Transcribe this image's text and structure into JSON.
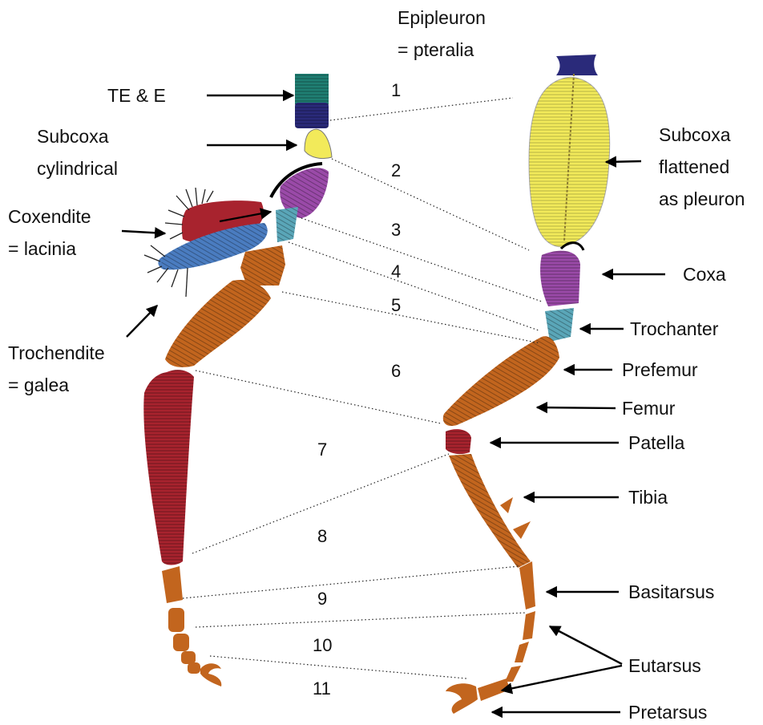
{
  "labels": {
    "epipleuron_1": "Epipleuron",
    "epipleuron_2": "= pteralia",
    "te_e": "TE & E",
    "subcoxa_cyl_1": "Subcoxa",
    "subcoxa_cyl_2": "cylindrical",
    "coxendite_1": "Coxendite",
    "coxendite_2": "= lacinia",
    "trochendite_1": "Trochendite",
    "trochendite_2": "= galea",
    "subcoxa_flat_1": "Subcoxa",
    "subcoxa_flat_2": "flattened",
    "subcoxa_flat_3": "as pleuron",
    "coxa": "Coxa",
    "trochanter": "Trochanter",
    "prefemur": "Prefemur",
    "femur": "Femur",
    "patella": "Patella",
    "tibia": "Tibia",
    "basitarsus": "Basitarsus",
    "eutarsus": "Eutarsus",
    "pretarsus": "Pretarsus"
  },
  "segment_numbers": [
    "1",
    "2",
    "3",
    "4",
    "5",
    "6",
    "7",
    "8",
    "9",
    "10",
    "11"
  ],
  "colors": {
    "teal": "#1f7f73",
    "navy": "#2a2a7a",
    "yellow": "#f2ea5a",
    "purple": "#9a4aa8",
    "cyan": "#5aa6b8",
    "orange": "#c2651e",
    "crimson": "#a8232e",
    "blue_galea": "#4a7cc0"
  }
}
